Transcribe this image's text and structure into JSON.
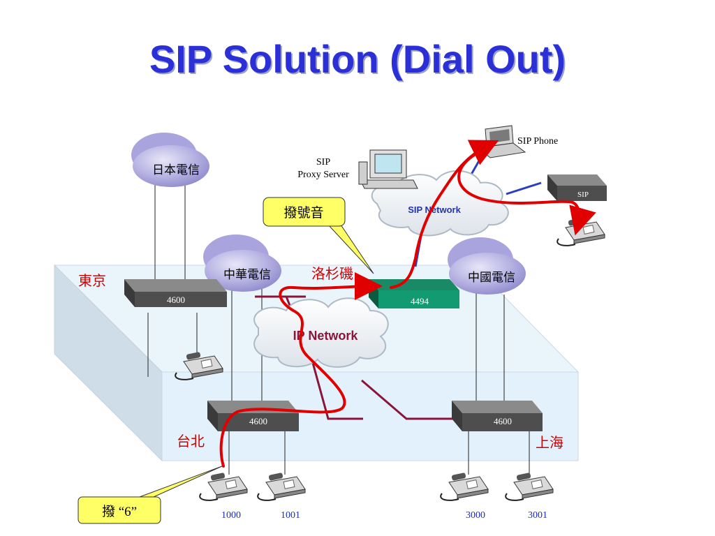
{
  "slide": {
    "title": "SIP  Solution (Dial Out)"
  },
  "carriers": {
    "japan": "日本電信",
    "china_tw": "中華電信",
    "china": "中國電信"
  },
  "cities": {
    "tokyo": "東京",
    "taipei": "台北",
    "shanghai": "上海",
    "la": "洛杉磯"
  },
  "switches": {
    "tokyo": "4600",
    "taipei": "4600",
    "shanghai": "4600",
    "la": "4494"
  },
  "networks": {
    "ip": "IP Network",
    "sip": "SIP Network"
  },
  "devices": {
    "proxy_line1": "SIP",
    "proxy_line2": "Proxy Server",
    "sip_phone": "SIP Phone",
    "sip_box": "SIP"
  },
  "callouts": {
    "dial_tone": "撥號音",
    "dial_six": "撥 “6”"
  },
  "extensions": [
    "1000",
    "1001",
    "3000",
    "3001"
  ]
}
